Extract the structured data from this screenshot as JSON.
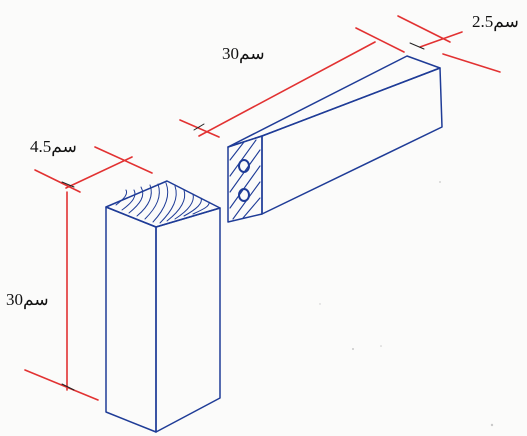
{
  "labels": {
    "length_horizontal": "30سم",
    "length_vertical": "30سم",
    "width_post": "4.5سم",
    "thickness_rail": "2.5سم"
  },
  "colors": {
    "paper": "#fbfbfa",
    "ink": "#1f3c97",
    "dimension": "#e23232",
    "text": "#111111"
  }
}
